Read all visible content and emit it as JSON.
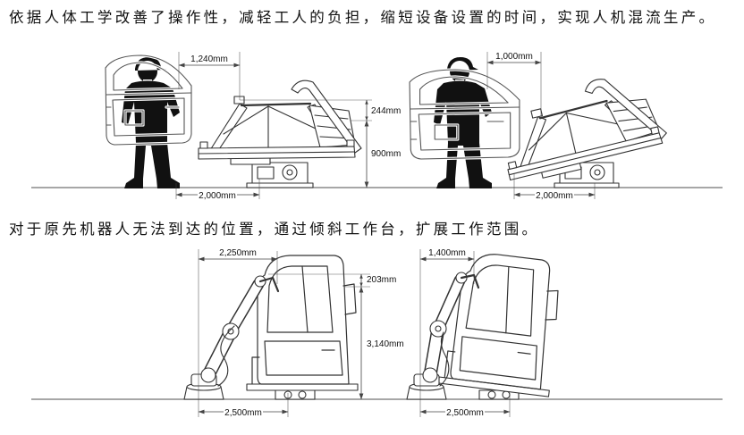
{
  "captions": {
    "ergonomics": "依据人体工学改善了操作性，减轻工人的负担，缩短设备设置的时间，实现人机混流生产。",
    "reach": "对于原先机器人无法到达的位置，通过倾斜工作台，扩展工作范围。"
  },
  "top_left": {
    "reach_distance": "1,240mm",
    "height_offset": "244mm",
    "height": "900mm",
    "base_width": "2,000mm"
  },
  "top_right": {
    "reach_distance": "1,000mm",
    "base_width": "2,000mm"
  },
  "bottom_left": {
    "reach_width": "2,250mm",
    "height_offset": "203mm",
    "height": "3,140mm",
    "base_width": "2,500mm"
  },
  "bottom_right": {
    "reach_width": "1,400mm",
    "base_width": "2,500mm"
  },
  "colors": {
    "text": "#111111",
    "line": "#333333",
    "dimension": "#444444",
    "door": "#555555",
    "silhouette": "#111111",
    "ground": "#8a8a8a"
  }
}
